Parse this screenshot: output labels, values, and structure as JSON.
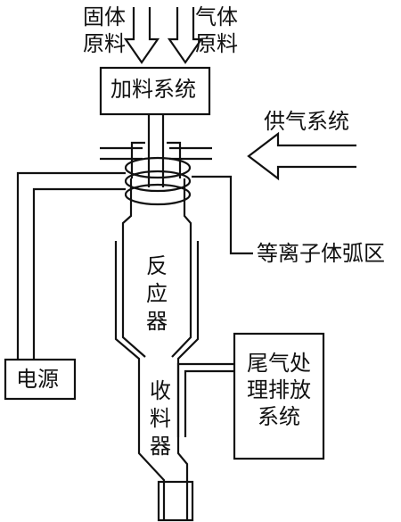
{
  "labels": {
    "solid_feed": "固体原料",
    "solid_feed_line1": "固体",
    "solid_feed_line2": "原料",
    "gas_feed": "气体原料",
    "gas_feed_line1": "气体",
    "gas_feed_line2": "原料",
    "feeding_system": "加料系统",
    "gas_supply_system": "供气系统",
    "plasma_arc_zone": "等离子体弧区",
    "reactor": "反应器",
    "reactor_chars": [
      "反",
      "应",
      "器"
    ],
    "power_supply": "电源",
    "collector": "收料器",
    "collector_chars": [
      "收",
      "料",
      "器"
    ],
    "exhaust_treatment": "尾气处理排放系统",
    "exhaust_line1": "尾气处",
    "exhaust_line2": "理排放",
    "exhaust_line3": "系统"
  },
  "colors": {
    "stroke": "#111111",
    "background": "#ffffff"
  }
}
